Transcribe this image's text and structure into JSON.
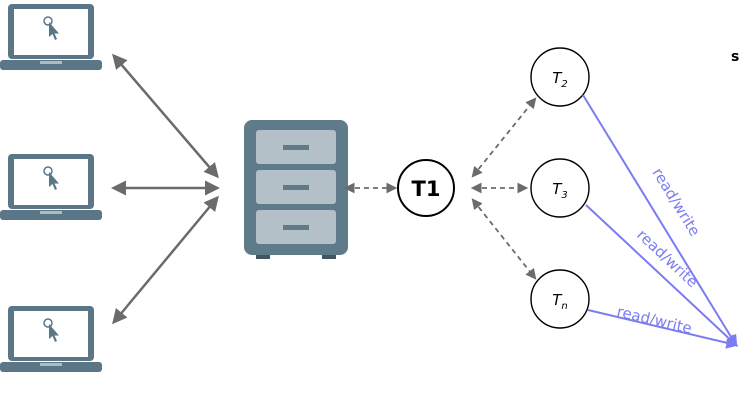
{
  "diagram": {
    "clients": [
      {
        "name": "laptop-top"
      },
      {
        "name": "laptop-middle"
      },
      {
        "name": "laptop-bottom"
      }
    ],
    "server_icon": "file-cabinet-server-icon",
    "hub_label": "T1",
    "threads": [
      {
        "base": "T",
        "sub": "2"
      },
      {
        "base": "T",
        "sub": "3"
      },
      {
        "base": "T",
        "sub": "n"
      }
    ],
    "edge_label": "read/write",
    "clipped_text": "s",
    "colors": {
      "laptop": "#5a7687",
      "laptop_screen": "#ffffff",
      "cabinet": "#5f7a89",
      "drawer": "#b3c0c8",
      "arrow_gray": "#6b6b6b",
      "read_write": "#7b7cf2"
    }
  }
}
